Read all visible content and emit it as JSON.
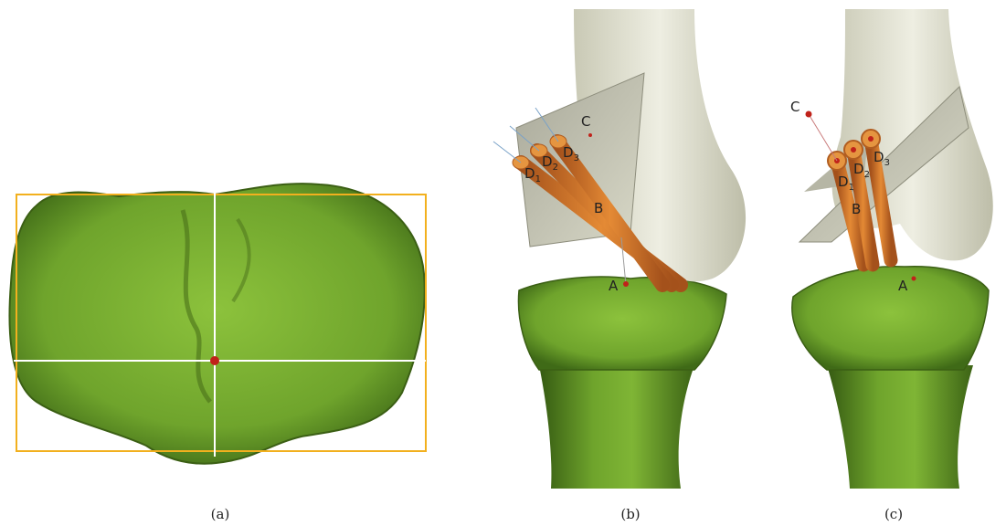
{
  "panels": [
    {
      "caption": "(a)"
    },
    {
      "caption": "(b)",
      "points": {
        "A": "A",
        "B": "B",
        "C": "C",
        "D1": "D",
        "D1_sub": "1",
        "D2": "D",
        "D2_sub": "2",
        "D3": "D",
        "D3_sub": "3"
      }
    },
    {
      "caption": "(c)",
      "points": {
        "A": "A",
        "B": "B",
        "C": "C",
        "D1": "D",
        "D1_sub": "1",
        "D2": "D",
        "D2_sub": "2",
        "D3": "D",
        "D3_sub": "3"
      }
    }
  ],
  "colors": {
    "bone_tibia": "#6f9a2c",
    "bone_tibia_light": "#8fbe3f",
    "bone_femur": "#e6e6d8",
    "tunnel": "#d9782a",
    "frame_box": "#f2b01e",
    "center_point": "#c0221a"
  }
}
